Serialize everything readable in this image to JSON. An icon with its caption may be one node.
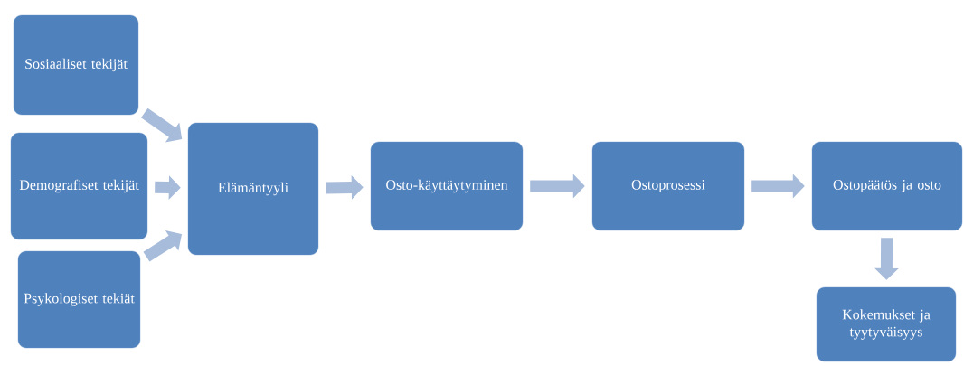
{
  "diagram": {
    "nodes": [
      {
        "text": [
          "Sosiaaliset tekijät"
        ]
      },
      {
        "text": [
          "Demografiset tekijät"
        ]
      },
      {
        "text": [
          "Psykologiset tekiät"
        ]
      },
      {
        "text": [
          "Elämäntyyli"
        ]
      },
      {
        "text": [
          "Osto-käyttäytyminen"
        ]
      },
      {
        "text": [
          "Ostoprosessi"
        ]
      },
      {
        "text": [
          "Ostopäätös ja osto"
        ]
      },
      {
        "text": [
          "Kokemukset ja tyytyväisyys"
        ]
      }
    ],
    "edges": [
      {
        "from": 0,
        "to": 3,
        "arrow": "to"
      },
      {
        "from": 1,
        "to": 3,
        "arrow": "to"
      },
      {
        "from": 2,
        "to": 3,
        "arrow": "to"
      },
      {
        "from": 3,
        "to": 4,
        "arrow": "to"
      },
      {
        "from": 4,
        "to": 5,
        "arrow": "to"
      },
      {
        "from": 5,
        "to": 6,
        "arrow": "to"
      },
      {
        "from": 6,
        "to": 7,
        "arrow": "to"
      }
    ]
  }
}
